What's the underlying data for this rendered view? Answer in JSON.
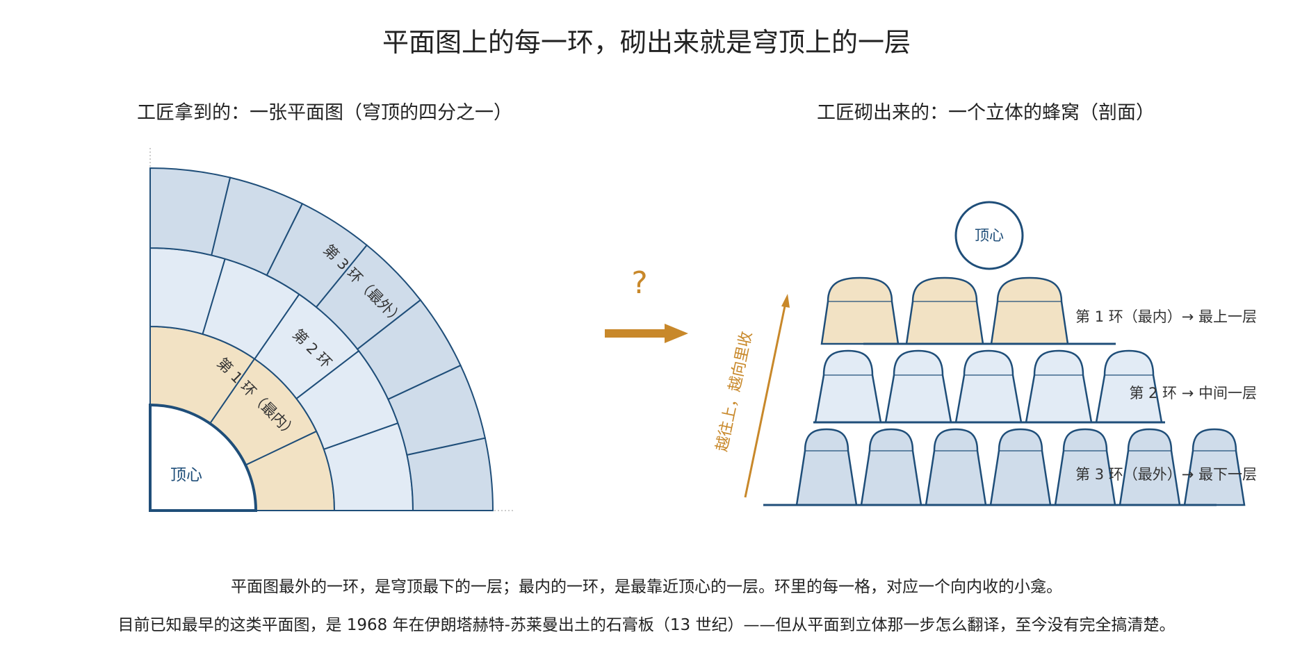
{
  "title": "平面图上的每一环，砌出来就是穹顶上的一层",
  "left_panel": {
    "subtitle": "工匠拿到的：一张平面图（穹顶的四分之一）",
    "center_label": "顶心",
    "ring_labels": [
      "第 1 环（最内）",
      "第 2 环",
      "第 3 环（最外）"
    ],
    "cells_per_ring": [
      3,
      5,
      7
    ]
  },
  "middle": {
    "question_mark": "?"
  },
  "right_panel": {
    "subtitle": "工匠砌出来的：一个立体的蜂窝（剖面）",
    "apex_label": "顶心",
    "arrow_label": "越往上，越向里收",
    "tier_labels": [
      "第 1 环（最内）→ 最上一层",
      "第 2 环 → 中间一层",
      "第 3 环（最外）→ 最下一层"
    ],
    "cells_per_tier": [
      3,
      5,
      7
    ]
  },
  "captions": [
    "平面图最外的一环，是穹顶最下的一层；最内的一环，是最靠近顶心的一层。环里的每一格，对应一个向内收的小龛。",
    "目前已知最早的这类平面图，是 1968 年在伊朗塔赫特-苏莱曼出土的石膏板（13 世纪）——但从平面到立体那一步怎么翻译，至今没有完全搞清楚。"
  ],
  "colors": {
    "stroke": "#1f4e79",
    "ring1_fill": "#f2e2c4",
    "ring2_fill": "#e2ebf5",
    "ring3_fill": "#cfdcea",
    "accent": "#c8882a"
  }
}
